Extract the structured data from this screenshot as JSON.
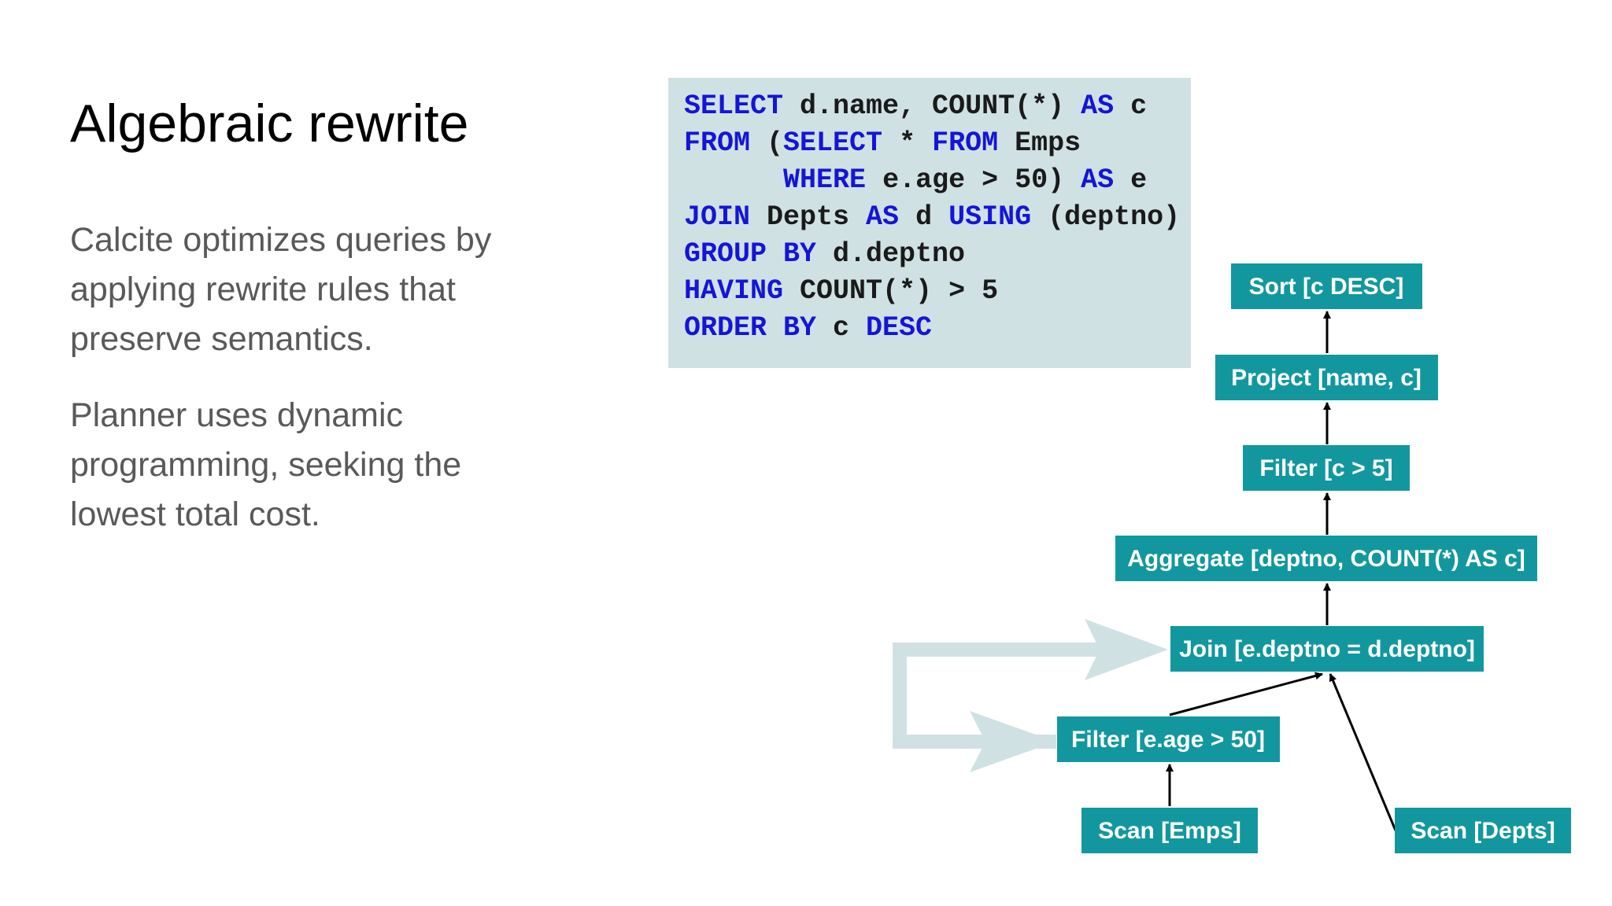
{
  "title": "Algebraic rewrite",
  "paragraphs": [
    "Calcite optimizes queries by applying rewrite rules that preserve semantics.",
    "Planner uses dynamic programming, seeking the lowest total cost."
  ],
  "code_lines": [
    [
      {
        "t": "SELECT",
        "k": true
      },
      {
        "t": " d.name, COUNT(*) ",
        "k": false
      },
      {
        "t": "AS",
        "k": true
      },
      {
        "t": " c",
        "k": false
      }
    ],
    [
      {
        "t": "FROM",
        "k": true
      },
      {
        "t": " (",
        "k": false
      },
      {
        "t": "SELECT",
        "k": true
      },
      {
        "t": " * ",
        "k": false
      },
      {
        "t": "FROM",
        "k": true
      },
      {
        "t": " Emps",
        "k": false
      }
    ],
    [
      {
        "t": "      ",
        "k": false
      },
      {
        "t": "WHERE",
        "k": true
      },
      {
        "t": " e.age > 50) ",
        "k": false
      },
      {
        "t": "AS",
        "k": true
      },
      {
        "t": " e",
        "k": false
      }
    ],
    [
      {
        "t": "JOIN",
        "k": true
      },
      {
        "t": " Depts ",
        "k": false
      },
      {
        "t": "AS",
        "k": true
      },
      {
        "t": " d ",
        "k": false
      },
      {
        "t": "USING",
        "k": true
      },
      {
        "t": " (deptno)",
        "k": false
      }
    ],
    [
      {
        "t": "GROUP BY",
        "k": true
      },
      {
        "t": " d.deptno",
        "k": false
      }
    ],
    [
      {
        "t": "HAVING",
        "k": true
      },
      {
        "t": " COUNT(*) > 5",
        "k": false
      }
    ],
    [
      {
        "t": "ORDER BY",
        "k": true
      },
      {
        "t": " c ",
        "k": false
      },
      {
        "t": "DESC",
        "k": true
      }
    ]
  ],
  "plan_nodes": [
    {
      "id": "sort",
      "label": "Sort [c DESC]"
    },
    {
      "id": "project",
      "label": "Project [name, c]"
    },
    {
      "id": "filter-c",
      "label": "Filter [c > 5]"
    },
    {
      "id": "aggregate",
      "label": "Aggregate [deptno, COUNT(*) AS c]"
    },
    {
      "id": "join",
      "label": "Join [e.deptno = d.deptno]"
    },
    {
      "id": "filter-age",
      "label": "Filter [e.age > 50]"
    },
    {
      "id": "scan-emps",
      "label": "Scan [Emps]"
    },
    {
      "id": "scan-depts",
      "label": "Scan [Depts]"
    }
  ],
  "colors": {
    "node_fill": "#13979f",
    "node_text": "#ffffff",
    "keyword": "#1515d6",
    "code_panel_bg": "#d0e1e4",
    "rewrite_arrow": "#d0e1e4",
    "body_text": "#595959"
  }
}
